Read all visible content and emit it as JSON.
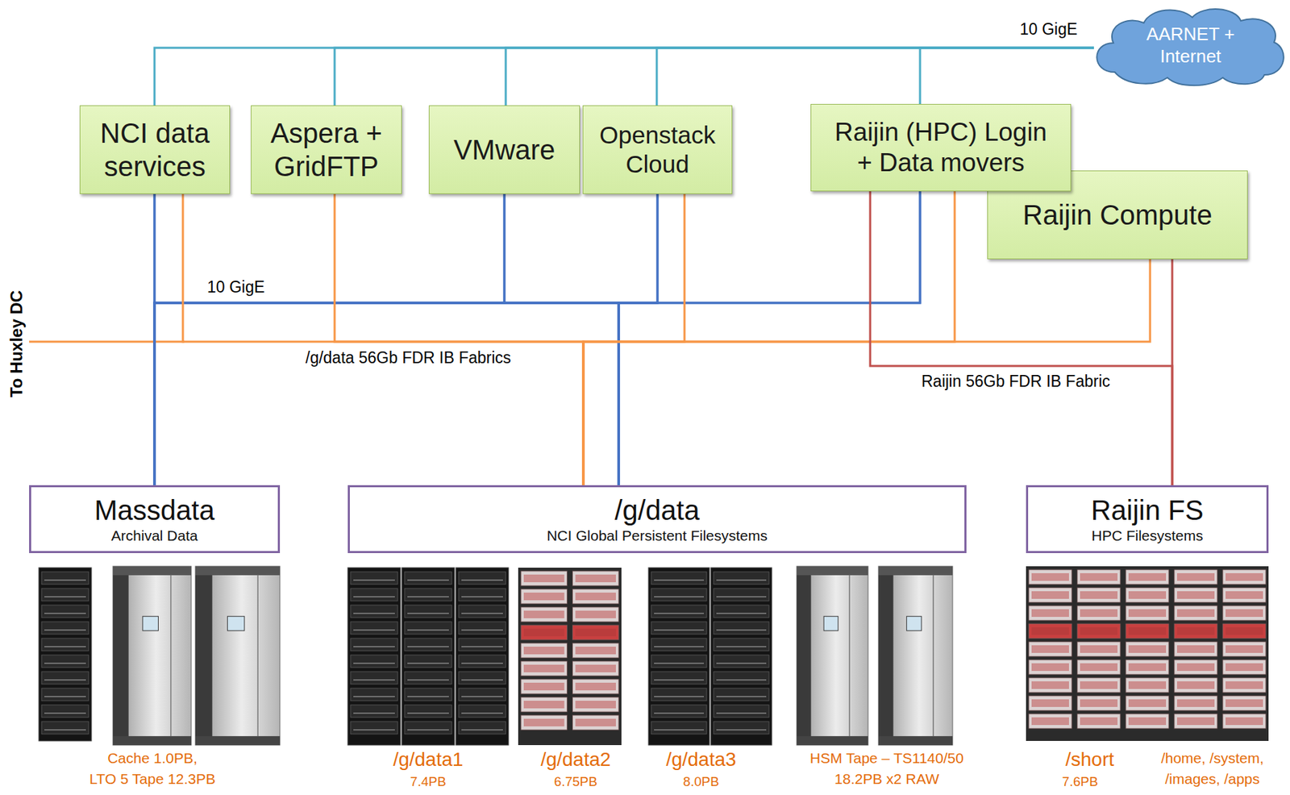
{
  "diagram": {
    "nodes": [
      {
        "text": [
          "AARNET + Internet"
        ]
      },
      {
        "text": [
          "NCI data services"
        ]
      },
      {
        "text": [
          "Aspera + GridFTP"
        ]
      },
      {
        "text": [
          "VMware"
        ]
      },
      {
        "text": [
          "Openstack Cloud"
        ]
      },
      {
        "text": [
          "Raijin (HPC) Login + Data movers"
        ]
      },
      {
        "text": [
          "Raijin Compute"
        ]
      },
      {
        "text": [
          "Massdata",
          "Archival Data"
        ]
      },
      {
        "text": [
          "/g/data",
          "NCI Global Persistent Filesystems"
        ]
      },
      {
        "text": [
          "Raijin FS",
          "HPC Filesystems"
        ]
      }
    ],
    "edges": [
      {
        "from": 1,
        "to": 0,
        "arrow": "none"
      },
      {
        "from": 2,
        "to": 0,
        "arrow": "none"
      },
      {
        "from": 3,
        "to": 0,
        "arrow": "none"
      },
      {
        "from": 4,
        "to": 0,
        "arrow": "none"
      },
      {
        "from": 5,
        "to": 0,
        "label": "10 GigE",
        "arrow": "none"
      },
      {
        "from": 1,
        "to": 7,
        "label": "10 GigE",
        "arrow": "none"
      },
      {
        "from": 1,
        "to": 8,
        "arrow": "none"
      },
      {
        "from": 3,
        "to": 7,
        "arrow": "none"
      },
      {
        "from": 3,
        "to": 8,
        "arrow": "none"
      },
      {
        "from": 4,
        "to": 7,
        "arrow": "none"
      },
      {
        "from": 4,
        "to": 8,
        "arrow": "none"
      },
      {
        "from": 5,
        "to": 7,
        "arrow": "none"
      },
      {
        "from": 5,
        "to": 8,
        "arrow": "none"
      },
      {
        "from": 1,
        "to": 8,
        "label": "/g/data 56Gb FDR IB Fabrics",
        "arrow": "none"
      },
      {
        "from": 2,
        "to": 8,
        "arrow": "none"
      },
      {
        "from": 4,
        "to": 8,
        "arrow": "none"
      },
      {
        "from": 5,
        "to": 8,
        "arrow": "none"
      },
      {
        "from": 6,
        "to": 8,
        "arrow": "none"
      },
      {
        "from": 5,
        "to": 9,
        "label": "Raijin 56Gb FDR IB Fabric",
        "arrow": "none"
      },
      {
        "from": 6,
        "to": 9,
        "arrow": "none"
      }
    ],
    "labels": [
      "To Huxley DC",
      "Cache 1.0PB,",
      "LTO 5 Tape 12.3PB",
      "/g/data1",
      "7.4PB",
      "/g/data2",
      "6.75PB",
      "/g/data3",
      "8.0PB",
      "HSM Tape – TS1140/50",
      "18.2PB x2 RAW",
      "/short",
      "7.6PB",
      "/home, /system,",
      "/images, /apps"
    ]
  }
}
